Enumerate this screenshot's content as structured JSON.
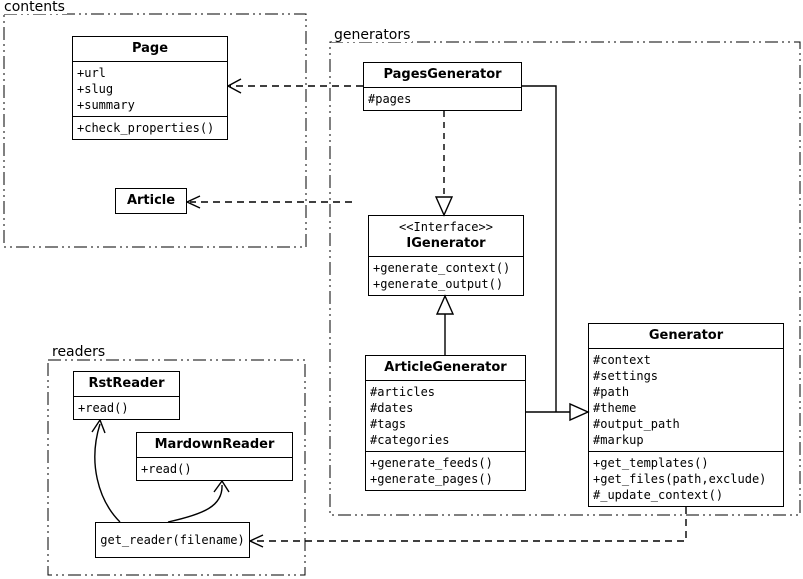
{
  "packages": {
    "contents": {
      "label": "contents"
    },
    "generators": {
      "label": "generators"
    },
    "readers": {
      "label": "readers"
    }
  },
  "classes": {
    "page": {
      "title": "Page",
      "attrs": [
        "+url",
        "+slug",
        "+summary"
      ],
      "methods": [
        "+check_properties()"
      ]
    },
    "article": {
      "title": "Article"
    },
    "pages_generator": {
      "title": "PagesGenerator",
      "attrs": [
        "#pages"
      ]
    },
    "igenerator": {
      "stereotype": "<<Interface>>",
      "title": "IGenerator",
      "methods": [
        "+generate_context()",
        "+generate_output()"
      ]
    },
    "article_generator": {
      "title": "ArticleGenerator",
      "attrs": [
        "#articles",
        "#dates",
        "#tags",
        "#categories"
      ],
      "methods": [
        "+generate_feeds()",
        "+generate_pages()"
      ]
    },
    "generator": {
      "title": "Generator",
      "attrs": [
        "#context",
        "#settings",
        "#path",
        "#theme",
        "#output_path",
        "#markup"
      ],
      "methods": [
        "+get_templates()",
        "+get_files(path,exclude)",
        "#_update_context()"
      ]
    },
    "rst_reader": {
      "title": "RstReader",
      "methods": [
        "+read()"
      ]
    },
    "markdown_reader": {
      "title": "MardownReader",
      "methods": [
        "+read()"
      ]
    },
    "get_reader": {
      "title": "get_reader(filename)"
    }
  },
  "relationships": [
    {
      "from": "PagesGenerator",
      "to": "Page",
      "type": "dependency"
    },
    {
      "from": "PagesGenerator",
      "to": "IGenerator",
      "type": "realization"
    },
    {
      "from": "ArticleGenerator",
      "to": "IGenerator",
      "type": "generalization"
    },
    {
      "from": "PagesGenerator",
      "to": "Generator",
      "type": "generalization"
    },
    {
      "from": "ArticleGenerator",
      "to": "Generator",
      "type": "generalization"
    },
    {
      "from": "ArticleGenerator",
      "to": "Article",
      "type": "dependency"
    },
    {
      "from": "Generator",
      "to": "get_reader(filename)",
      "type": "dependency"
    },
    {
      "from": "get_reader(filename)",
      "to": "RstReader",
      "type": "call"
    },
    {
      "from": "get_reader(filename)",
      "to": "MardownReader",
      "type": "call"
    }
  ],
  "colors": {
    "line": "#000000",
    "background": "#ffffff"
  }
}
